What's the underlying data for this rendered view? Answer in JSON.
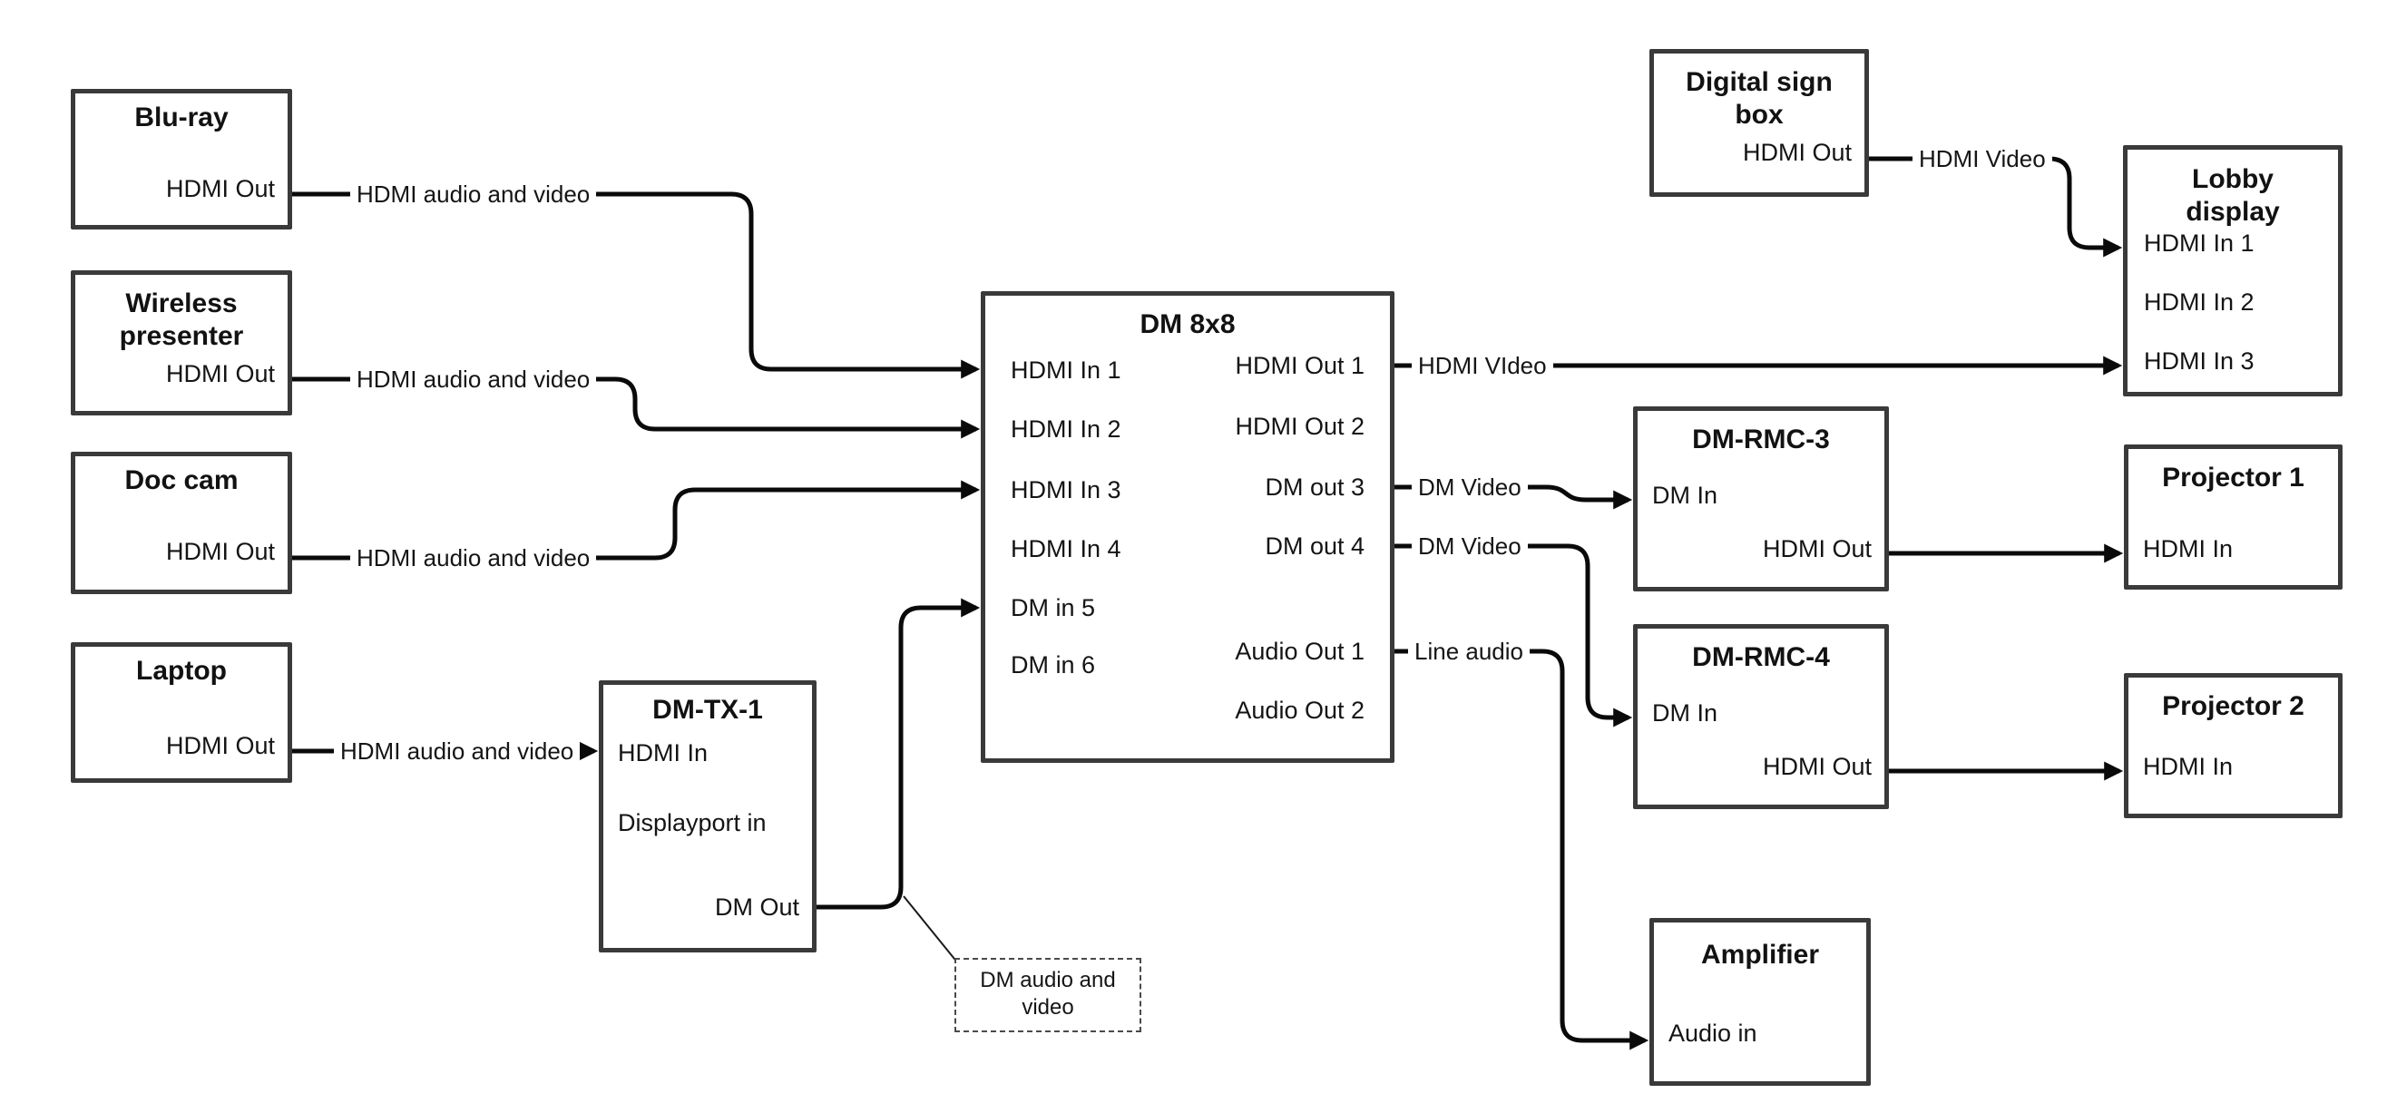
{
  "diagram": {
    "nodes": {
      "blu_ray": {
        "title": "Blu-ray",
        "ports": {
          "hdmi_out": "HDMI Out"
        }
      },
      "wireless_presenter": {
        "title": "Wireless presenter",
        "ports": {
          "hdmi_out": "HDMI Out"
        }
      },
      "doc_cam": {
        "title": "Doc cam",
        "ports": {
          "hdmi_out": "HDMI Out"
        }
      },
      "laptop": {
        "title": "Laptop",
        "ports": {
          "hdmi_out": "HDMI Out"
        }
      },
      "dm_tx_1": {
        "title": "DM-TX-1",
        "ports": {
          "hdmi_in": "HDMI In",
          "displayport_in": "Displayport in",
          "dm_out": "DM Out"
        }
      },
      "dm_8x8": {
        "title": "DM 8x8",
        "ports": {
          "in1": "HDMI In 1",
          "in2": "HDMI In 2",
          "in3": "HDMI In 3",
          "in4": "HDMI In 4",
          "in5": "DM in 5",
          "in6": "DM in 6",
          "out1": "HDMI Out 1",
          "out2": "HDMI Out 2",
          "out3": "DM out 3",
          "out4": "DM out 4",
          "audio_out1": "Audio Out 1",
          "audio_out2": "Audio Out 2"
        }
      },
      "digital_sign_box": {
        "title": "Digital sign box",
        "ports": {
          "hdmi_out": "HDMI Out"
        }
      },
      "lobby_display": {
        "title": "Lobby display",
        "ports": {
          "in1": "HDMI In 1",
          "in2": "HDMI In 2",
          "in3": "HDMI In 3"
        }
      },
      "dm_rmc_3": {
        "title": "DM-RMC-3",
        "ports": {
          "dm_in": "DM In",
          "hdmi_out": "HDMI Out"
        }
      },
      "projector_1": {
        "title": "Projector 1",
        "ports": {
          "hdmi_in": "HDMI In"
        }
      },
      "dm_rmc_4": {
        "title": "DM-RMC-4",
        "ports": {
          "dm_in": "DM In",
          "hdmi_out": "HDMI Out"
        }
      },
      "projector_2": {
        "title": "Projector 2",
        "ports": {
          "hdmi_in": "HDMI In"
        }
      },
      "amplifier": {
        "title": "Amplifier",
        "ports": {
          "audio_in": "Audio in"
        }
      }
    },
    "edges": {
      "bluray_to_dm8x8": {
        "from": "Blu-ray HDMI Out",
        "to": "DM 8x8 HDMI In 1",
        "label": "HDMI audio and video"
      },
      "wireless_to_dm8x8": {
        "from": "Wireless presenter HDMI Out",
        "to": "DM 8x8 HDMI In 2",
        "label": "HDMI audio and video"
      },
      "doccam_to_dm8x8": {
        "from": "Doc cam HDMI Out",
        "to": "DM 8x8 HDMI In 3",
        "label": "HDMI audio and video"
      },
      "laptop_to_dmtx1": {
        "from": "Laptop HDMI Out",
        "to": "DM-TX-1 HDMI In",
        "label": "HDMI audio and video"
      },
      "dmtx1_to_dm8x8": {
        "from": "DM-TX-1 DM Out",
        "to": "DM 8x8 DM in 5"
      },
      "dm8x8_to_lobby": {
        "from": "DM 8x8 HDMI Out 1",
        "to": "Lobby display HDMI In 3",
        "label": "HDMI VIdeo"
      },
      "dm8x8_to_rmc3": {
        "from": "DM 8x8 DM out 3",
        "to": "DM-RMC-3 DM In",
        "label": "DM Video"
      },
      "dm8x8_to_rmc4": {
        "from": "DM 8x8 DM out 4",
        "to": "DM-RMC-4 DM In",
        "label": "DM Video"
      },
      "dm8x8_to_amp": {
        "from": "DM 8x8 Audio Out 1",
        "to": "Amplifier Audio in",
        "label": "Line audio"
      },
      "sign_to_lobby": {
        "from": "Digital sign box HDMI Out",
        "to": "Lobby display HDMI In 1",
        "label": "HDMI Video"
      },
      "rmc3_to_proj1": {
        "from": "DM-RMC-3 HDMI Out",
        "to": "Projector 1 HDMI In"
      },
      "rmc4_to_proj2": {
        "from": "DM-RMC-4 HDMI Out",
        "to": "Projector 2 HDMI In"
      }
    },
    "callout": {
      "text": "DM audio and video"
    }
  }
}
